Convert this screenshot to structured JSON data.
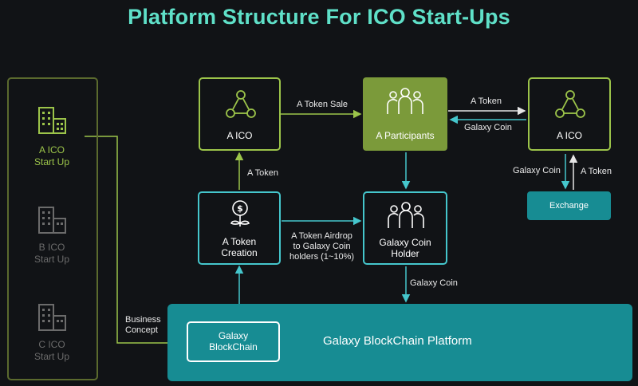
{
  "title": "Platform Structure For ICO Start-Ups",
  "startups": [
    {
      "label": "A ICO\nStart Up",
      "active": true
    },
    {
      "label": "B ICO\nStart Up",
      "active": false
    },
    {
      "label": "C ICO\nStart Up",
      "active": false
    }
  ],
  "nodes": {
    "a_ico_left": "A ICO",
    "participants": "A Participants",
    "a_ico_right": "A ICO",
    "exchange": "Exchange",
    "token_creation": "A Token\nCreation",
    "coin_holder": "Galaxy Coin\nHolder",
    "galaxy_blockchain": "Galaxy\nBlockChain",
    "platform": "Galaxy BlockChain Platform"
  },
  "edges": {
    "token_sale": "A Token Sale",
    "a_token_right": "A Token",
    "galaxy_coin_right": "Galaxy Coin",
    "galaxy_coin_exchange_left": "Galaxy Coin",
    "a_token_exchange_right": "A Token",
    "a_token_up": "A Token",
    "airdrop": "A Token Airdrop\nto Galaxy Coin\nholders (1~10%)",
    "galaxy_coin_down": "Galaxy Coin",
    "business_concept": "Business\nConcept"
  },
  "colors": {
    "title": "#5fe0c8",
    "green": "#9cc44a",
    "teal": "#45c6cc",
    "platform_fill": "#178c93",
    "participants_fill": "#7b9a3a",
    "inactive": "#6b6b6b"
  }
}
